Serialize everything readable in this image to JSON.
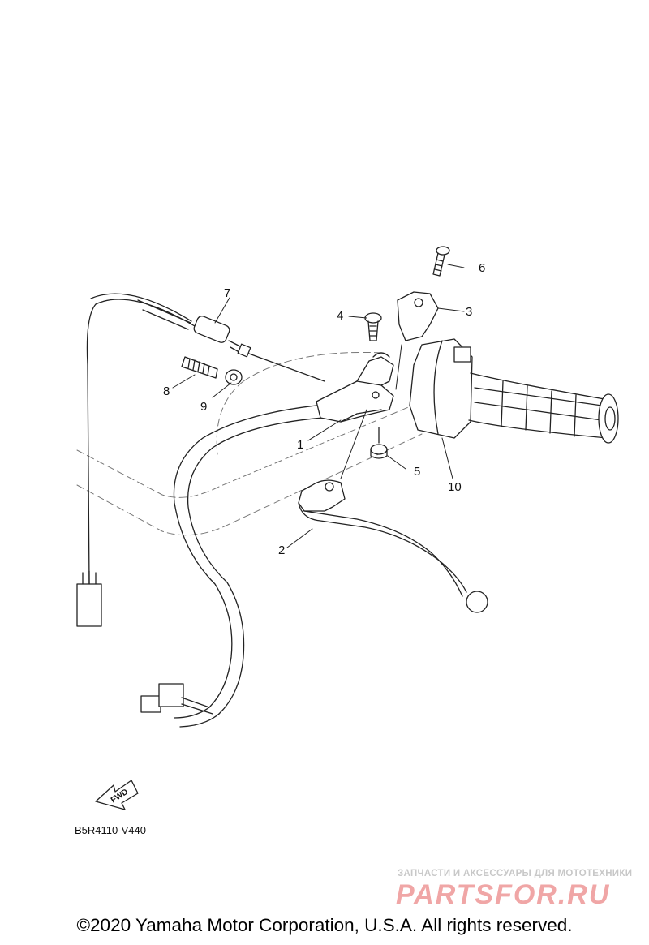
{
  "diagram": {
    "callouts": [
      {
        "id": "1",
        "label": "1"
      },
      {
        "id": "2",
        "label": "2"
      },
      {
        "id": "3",
        "label": "3"
      },
      {
        "id": "4",
        "label": "4"
      },
      {
        "id": "5",
        "label": "5"
      },
      {
        "id": "6",
        "label": "6"
      },
      {
        "id": "7",
        "label": "7"
      },
      {
        "id": "8",
        "label": "8"
      },
      {
        "id": "9",
        "label": "9"
      },
      {
        "id": "10",
        "label": "10"
      }
    ],
    "fwd_label": "FWD",
    "reference_code": "B5R4110-V440"
  },
  "watermark": {
    "tagline": "ЗАПЧАСТИ И АКСЕССУАРЫ ДЛЯ МОТОТЕХНИКИ",
    "brand": "PARTSFOR.RU"
  },
  "footer": {
    "copyright": "©2020 Yamaha Motor Corporation, U.S.A. All rights reserved."
  }
}
